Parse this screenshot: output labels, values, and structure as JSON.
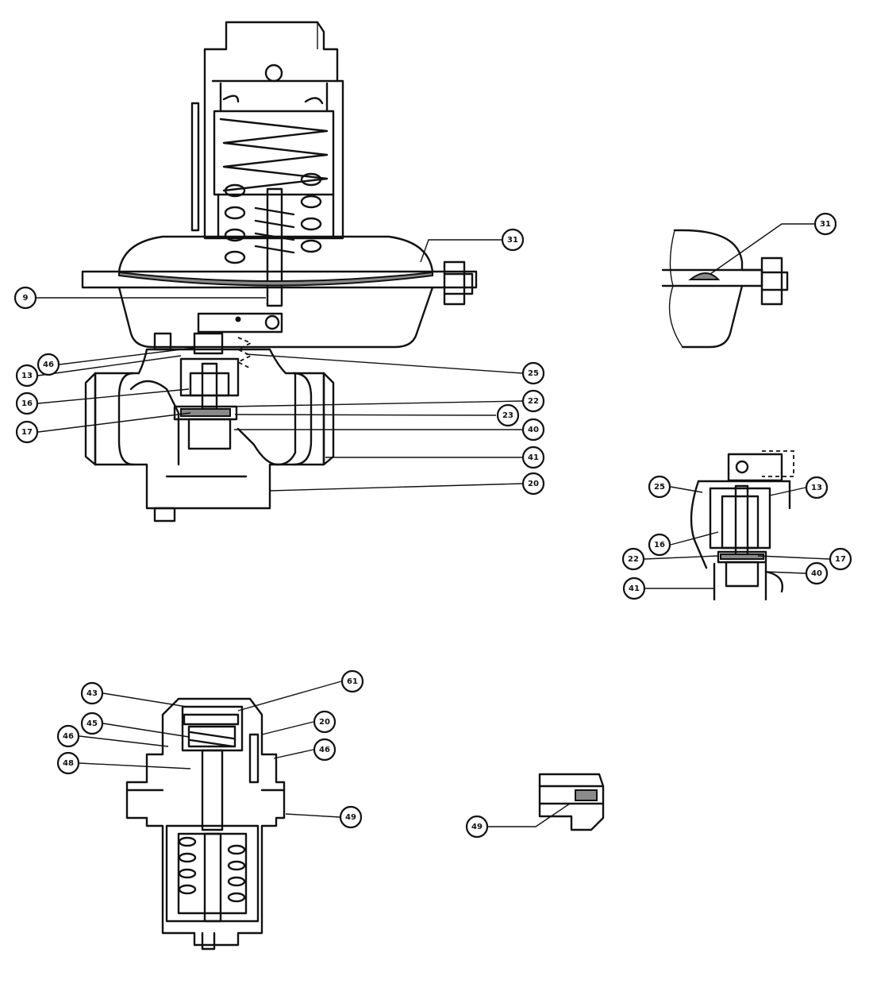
{
  "callouts": {
    "main_view": [
      "31",
      "9",
      "46",
      "13",
      "16",
      "17",
      "25",
      "22",
      "23",
      "40",
      "41",
      "20"
    ],
    "detail_31": [
      "31"
    ],
    "detail_valve": [
      "25",
      "13",
      "16",
      "22",
      "17",
      "40",
      "41"
    ],
    "relief_view": [
      "61",
      "43",
      "45",
      "20",
      "46",
      "46",
      "48",
      "49"
    ],
    "detail_49": [
      "49"
    ]
  }
}
